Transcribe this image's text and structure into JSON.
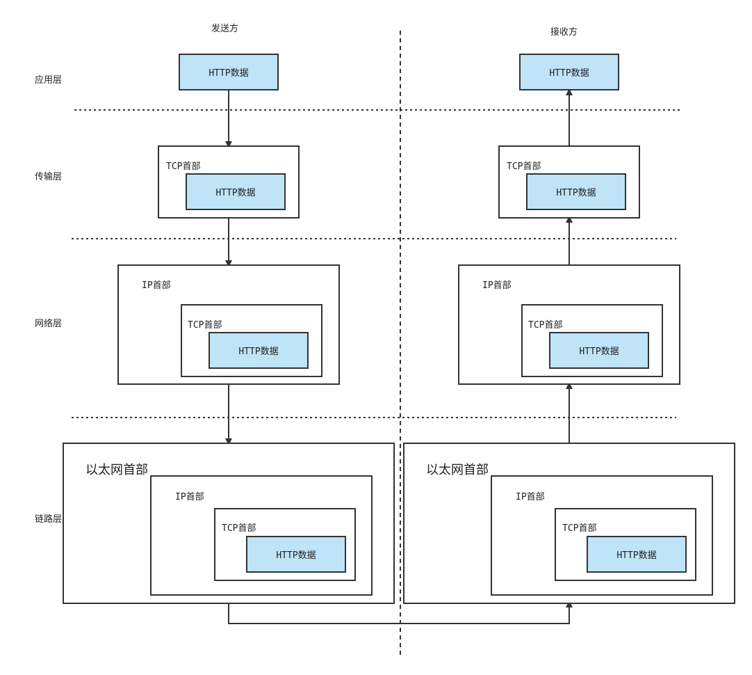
{
  "columns": {
    "sender": "发送方",
    "receiver": "接收方"
  },
  "layers": {
    "application": "应用层",
    "transport": "传输层",
    "network": "网络层",
    "link": "链路层"
  },
  "labels": {
    "http_data": "HTTP数据",
    "tcp_header": "TCP首部",
    "ip_header": "IP首部",
    "ethernet_header": "以太网首部"
  },
  "colors": {
    "data_fill": "#bfe3f7",
    "stroke": "#333333"
  }
}
